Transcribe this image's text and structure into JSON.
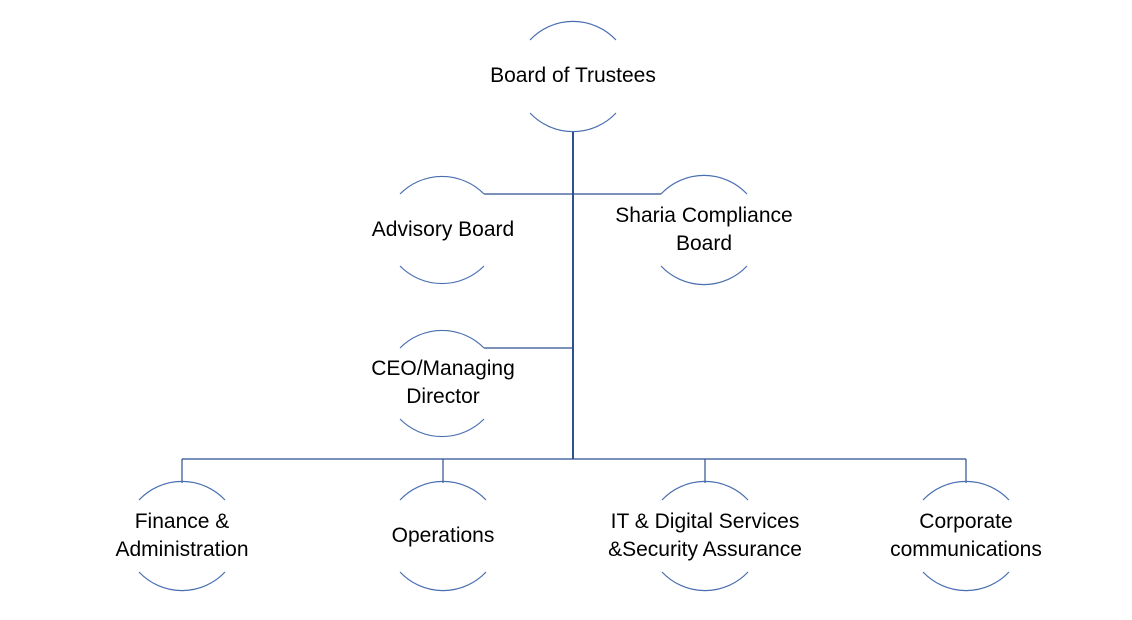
{
  "colors": {
    "line": "#2f4f8f",
    "node_outline": "#4a6fb1",
    "text": "#000000",
    "background": "#ffffff"
  },
  "org_chart": {
    "root": {
      "line1": "Board of Trustees"
    },
    "advisory": {
      "line1": "Advisory Board"
    },
    "sharia": {
      "line1": "Sharia Compliance",
      "line2": "Board"
    },
    "ceo": {
      "line1": "CEO/Managing",
      "line2": "Director"
    },
    "departments": [
      {
        "line1": "Finance &",
        "line2": "Administration"
      },
      {
        "line1": "Operations"
      },
      {
        "line1": "IT & Digital Services",
        "line2": "&Security Assurance"
      },
      {
        "line1": "Corporate",
        "line2": "communications"
      }
    ]
  }
}
